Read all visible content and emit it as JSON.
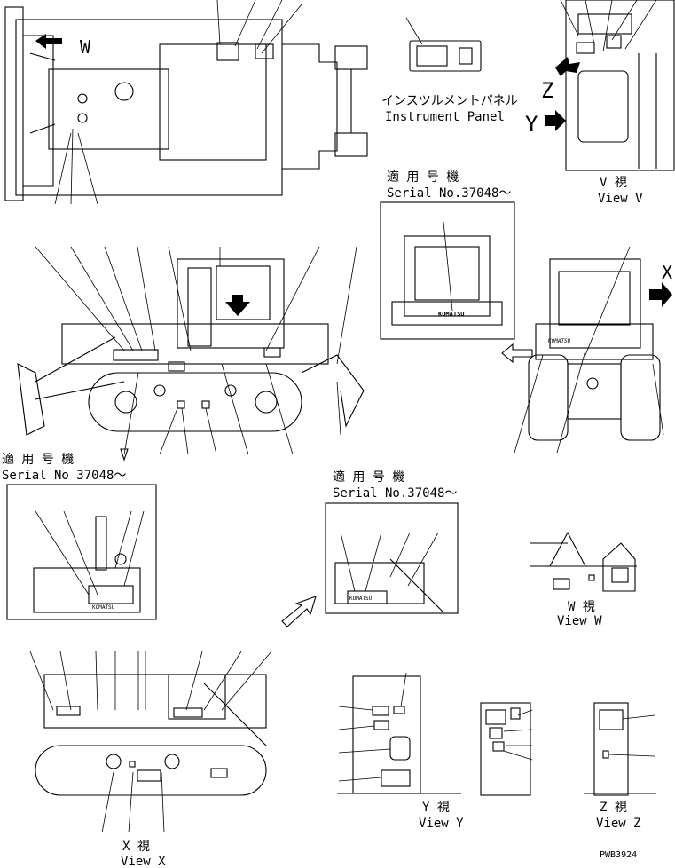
{
  "labels": {
    "instrument_panel_jp": "インスツルメントパネル",
    "instrument_panel_en": "Instrument Panel",
    "serial_jp": "適 用 号 機",
    "serial_top": "Serial No.37048～",
    "serial_left": "Serial No 37048～",
    "serial_mid": "Serial No.37048～",
    "view_v_jp": "V  視",
    "view_v_en": "View V",
    "view_w_jp": "W  視",
    "view_w_en": "View W",
    "view_x_jp": "X  視",
    "view_x_en": "View X",
    "view_y_jp": "Y  視",
    "view_y_en": "View Y",
    "view_z_jp": "Z  視",
    "view_z_en": "View Z",
    "letter_w": "W",
    "letter_x": "X",
    "letter_y": "Y",
    "letter_z": "Z",
    "drawing_number": "PWB3924",
    "brand": "KOMATSU"
  }
}
